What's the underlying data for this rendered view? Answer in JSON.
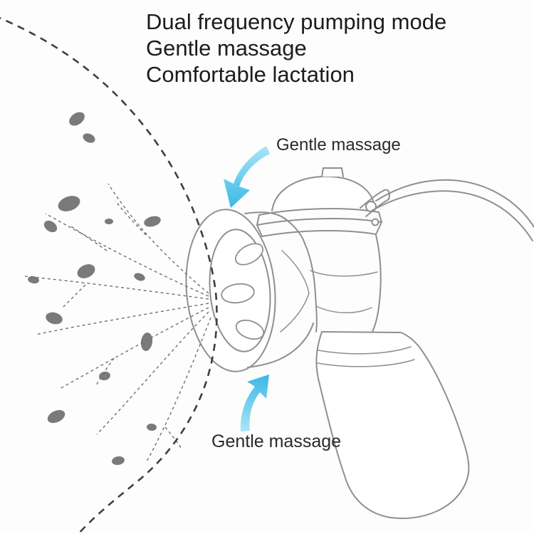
{
  "headline": {
    "line1": "Dual frequency pumping mode",
    "line2": "Gentle massage",
    "line3": "Comfortable lactation"
  },
  "annotations": {
    "top_label": "Gentle massage",
    "bottom_label": "Gentle massage"
  },
  "colors": {
    "text": "#1c1c1c",
    "label_text": "#2a2a2a",
    "arrow_light": "#a8e5f6",
    "arrow_dark": "#3ab8e5",
    "blob": "#7a7a7a",
    "outline": "#3f3f3f",
    "duct": "#6f6f6f",
    "device_line": "#8f8f8f"
  }
}
